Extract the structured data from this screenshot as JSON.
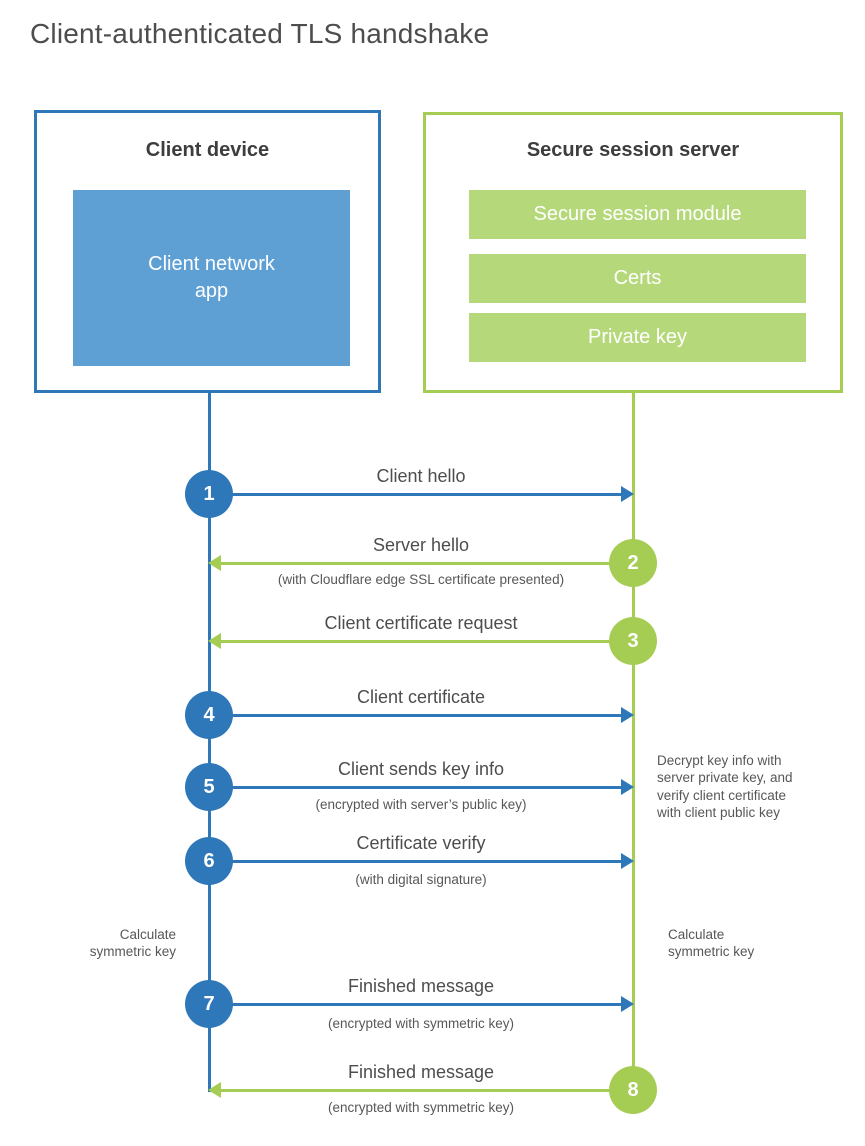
{
  "title": "Client-authenticated TLS handshake",
  "colors": {
    "blue": "#2e77b8",
    "light_blue": "#5e9fd4",
    "green": "#a5cd53",
    "light_green": "#b5d97a",
    "text_dark": "#3d3d3d",
    "text_mid": "#4d4d4d",
    "text_gray": "#575757"
  },
  "client": {
    "title": "Client device",
    "app_label": "Client network\napp"
  },
  "server": {
    "title": "Secure session server",
    "modules": [
      "Secure session module",
      "Certs",
      "Private key"
    ]
  },
  "messages": [
    {
      "num": "1",
      "label": "Client hello",
      "sublabel": "",
      "direction": "to-server"
    },
    {
      "num": "2",
      "label": "Server hello",
      "sublabel": "(with Cloudflare edge SSL certificate presented)",
      "direction": "to-client"
    },
    {
      "num": "3",
      "label": "Client certificate request",
      "sublabel": "",
      "direction": "to-client"
    },
    {
      "num": "4",
      "label": "Client certificate",
      "sublabel": "",
      "direction": "to-server"
    },
    {
      "num": "5",
      "label": "Client sends key info",
      "sublabel": "(encrypted with server’s public key)",
      "direction": "to-server"
    },
    {
      "num": "6",
      "label": "Certificate verify",
      "sublabel": "(with digital signature)",
      "direction": "to-server"
    },
    {
      "num": "7",
      "label": "Finished message",
      "sublabel": "(encrypted with symmetric key)",
      "direction": "to-server"
    },
    {
      "num": "8",
      "label": "Finished message",
      "sublabel": "(encrypted with symmetric key)",
      "direction": "to-client"
    }
  ],
  "notes": {
    "decrypt": "Decrypt key info with\nserver private key, and\nverify client certificate\nwith client public key",
    "calc_left": "Calculate\nsymmetric key",
    "calc_right": "Calculate\nsymmetric key"
  }
}
